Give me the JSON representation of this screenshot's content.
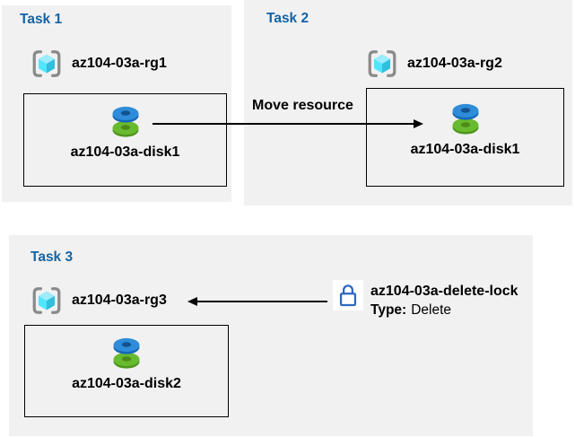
{
  "colors": {
    "panel_bg": "#f1f1f1",
    "task_title_blue": "#1264a8",
    "text": "#000000",
    "box_border": "#000000",
    "arrow": "#000000",
    "rg_bracket_gray": "#8a8a8a",
    "rg_cube_top": "#9cebff",
    "rg_cube_left": "#50e6ff",
    "rg_cube_right": "#32bedd",
    "disk_blue": "#2e8cd8",
    "disk_blue_dark": "#1467b8",
    "disk_blue_hole": "#11538f",
    "disk_green": "#68ba2f",
    "disk_green_dark": "#4e941c",
    "lock_blue": "#2e68c0",
    "lock_bg": "#ffffff"
  },
  "tasks": [
    {
      "title": "Task 1",
      "resource_group": "az104-03a-rg1",
      "resource": "az104-03a-disk1"
    },
    {
      "title": "Task 2",
      "resource_group": "az104-03a-rg2",
      "resource": "az104-03a-disk1"
    },
    {
      "title": "Task 3",
      "resource_group": "az104-03a-rg3",
      "resource": "az104-03a-disk2"
    }
  ],
  "move_arrow": {
    "label": "Move resource"
  },
  "lock": {
    "name": "az104-03a-delete-lock",
    "type_label": "Type:",
    "type_value": "Delete"
  }
}
